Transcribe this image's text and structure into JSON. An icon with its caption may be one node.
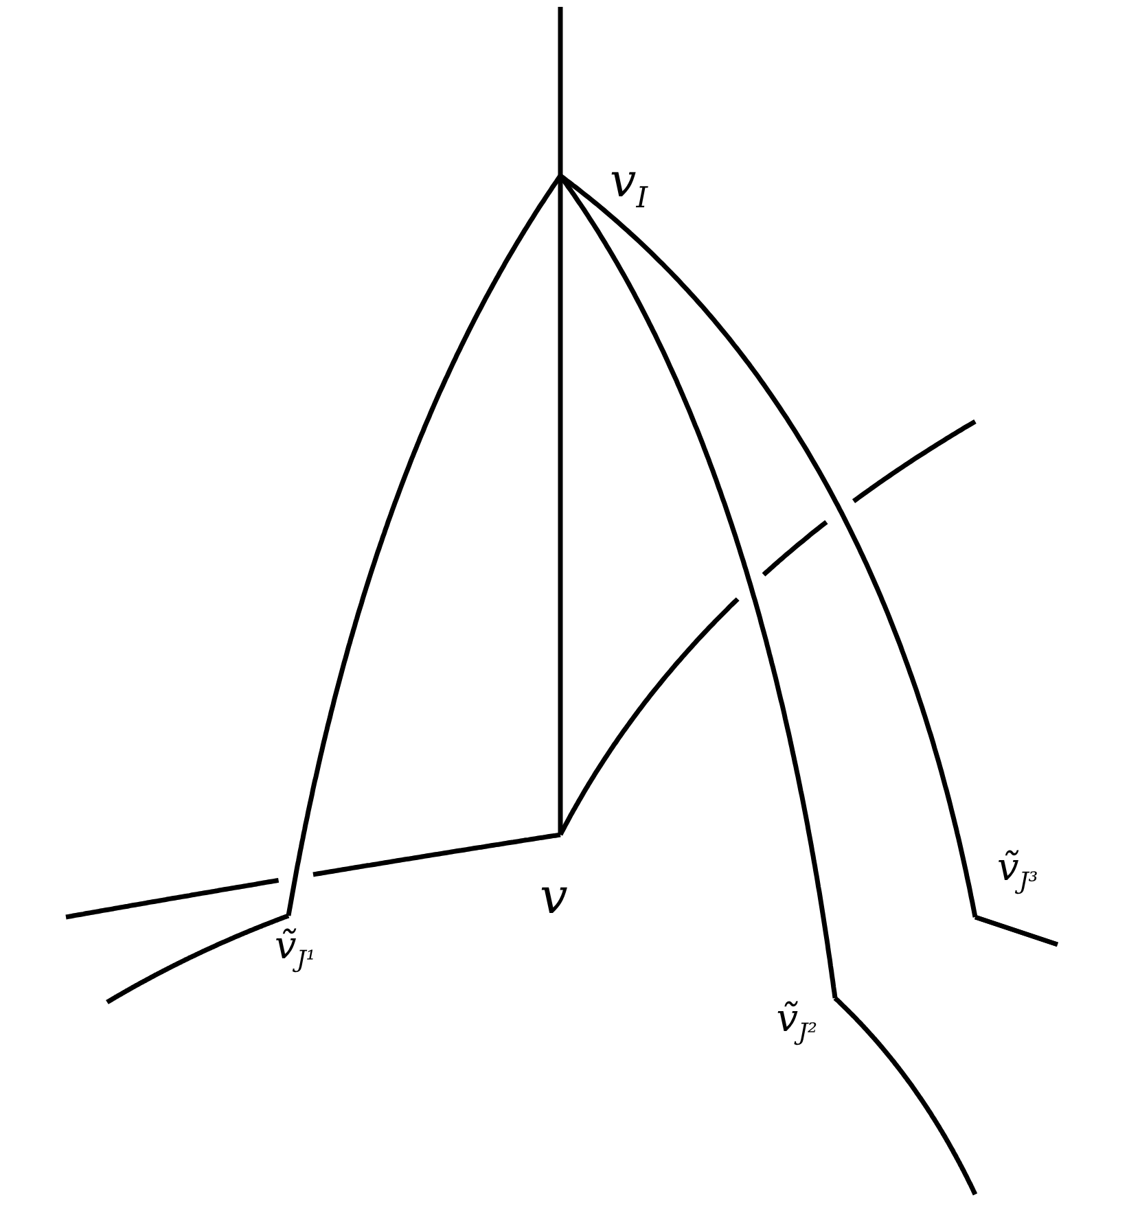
{
  "diagram": {
    "nodes": [
      {
        "text": [
          "v$_{I}$"
        ]
      },
      {
        "text": [
          "v"
        ]
      },
      {
        "text": [
          "ṽ$_{J¹}$"
        ]
      },
      {
        "text": [
          "ṽ$_{J²}$"
        ]
      },
      {
        "text": [
          "ṽ$_{J³}$"
        ]
      }
    ],
    "edges": [
      {
        "from": 0,
        "to": 1,
        "arrow": "none"
      },
      {
        "from": 0,
        "to": 2,
        "arrow": "none"
      },
      {
        "from": 0,
        "to": 3,
        "arrow": "none"
      },
      {
        "from": 0,
        "to": 4,
        "arrow": "none"
      },
      {
        "from": 0,
        "to": null,
        "arrow": "none"
      },
      {
        "from": 1,
        "to": null,
        "arrow": "none"
      },
      {
        "from": 1,
        "to": null,
        "arrow": "none"
      },
      {
        "from": 2,
        "to": null,
        "arrow": "none"
      },
      {
        "from": 3,
        "to": null,
        "arrow": "none"
      },
      {
        "from": 4,
        "to": null,
        "arrow": "none"
      }
    ]
  }
}
